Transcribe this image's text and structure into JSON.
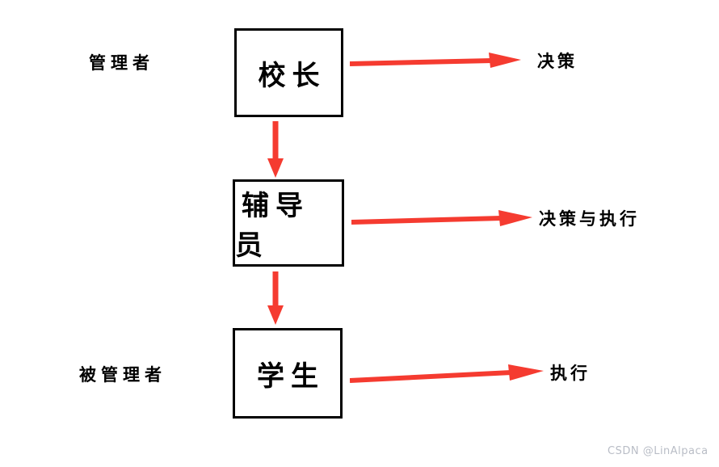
{
  "diagram": {
    "left_labels": {
      "manager": "管理者",
      "managed": "被管理者"
    },
    "nodes": [
      {
        "id": "principal",
        "label": "校长"
      },
      {
        "id": "counselor",
        "label": "辅导员"
      },
      {
        "id": "student",
        "label": "学生"
      }
    ],
    "outputs": [
      {
        "label": "决策"
      },
      {
        "label": "决策与执行"
      },
      {
        "label": "执行"
      }
    ],
    "colors": {
      "arrow_red": "#f53b30",
      "box_border": "#000000"
    }
  },
  "watermark": "CSDN @LinAlpaca"
}
